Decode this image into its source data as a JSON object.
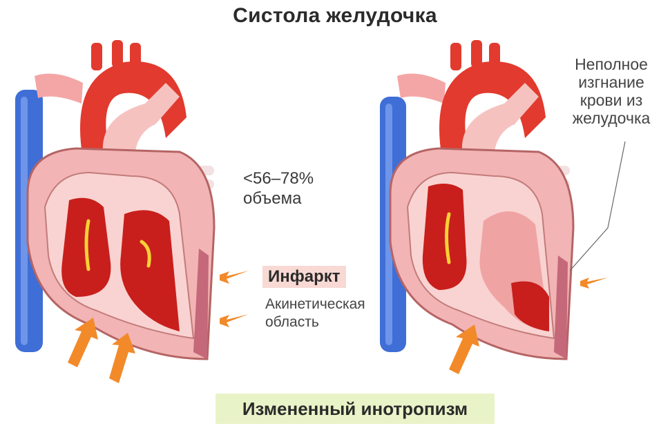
{
  "title": "Систола желудочка",
  "volume_label": [
    "<56–78%",
    "объема"
  ],
  "infarct_label": "Инфаркт",
  "akinetic_label": [
    "Акинетическая",
    "область"
  ],
  "incomplete_label": [
    "Неполное",
    "изгнание",
    "крови из",
    "желудочка"
  ],
  "inotropism_label": "Измененный инотропизм",
  "colors": {
    "myocardium": "#f2b4b4",
    "blood": "#d4231f",
    "aorta": "#e23a2e",
    "vena_cava": "#3f6ed6",
    "arrow": "#f28a2a",
    "infarct_zone": "#c4687a",
    "inotropism_bg": "#e9f3c8"
  },
  "icons": [
    "heart-illustration",
    "force-arrow"
  ]
}
